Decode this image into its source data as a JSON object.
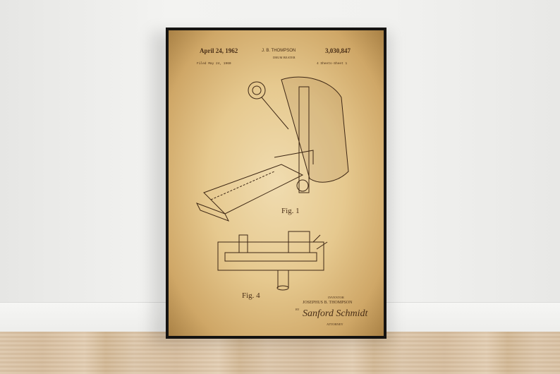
{
  "poster": {
    "date": "April 24, 1962",
    "inventor_header": "J. B. THOMPSON",
    "title": "DRUM BEATER",
    "patent_number": "3,030,847",
    "filed": "Filed May 24, 1960",
    "sheet": "4 Sheets-Sheet 1",
    "fig1": "Fig. 1",
    "fig4": "Fig. 4",
    "inventor_label": "INVENTOR",
    "inventor_name": "JOSEPHUS B. THOMPSON",
    "by": "BY",
    "signature": "Sanford Schmidt",
    "attorney_label": "ATTORNEY"
  },
  "colors": {
    "paper": "#e6c98f",
    "ink": "#4a2f17",
    "frame": "#151311",
    "wall": "#f0f0ee",
    "floor": "#dcc6aa"
  }
}
